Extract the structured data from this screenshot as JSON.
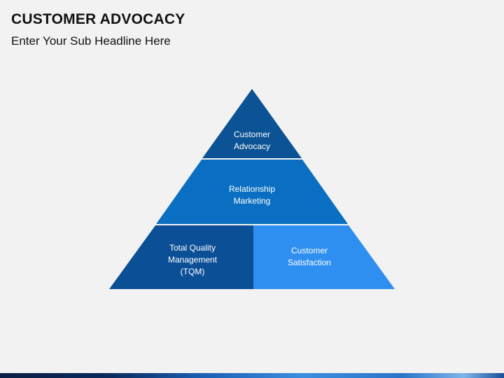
{
  "header": {
    "title": "CUSTOMER ADVOCACY",
    "subtitle": "Enter Your Sub Headline Here"
  },
  "pyramid": {
    "top": {
      "line1": "Customer",
      "line2": "Advocacy",
      "color": "#0b5394"
    },
    "middle": {
      "line1": "Relationship",
      "line2": "Marketing",
      "color": "#0a6fc2"
    },
    "bottom_left": {
      "line1": "Total Quality",
      "line2": "Management",
      "line3": "(TQM)",
      "color": "#0b4f97"
    },
    "bottom_right": {
      "line1": "Customer",
      "line2": "Satisfaction",
      "color": "#2f8ff0"
    }
  },
  "colors": {
    "background": "#f2f2f2",
    "separator": "#ffffff"
  }
}
